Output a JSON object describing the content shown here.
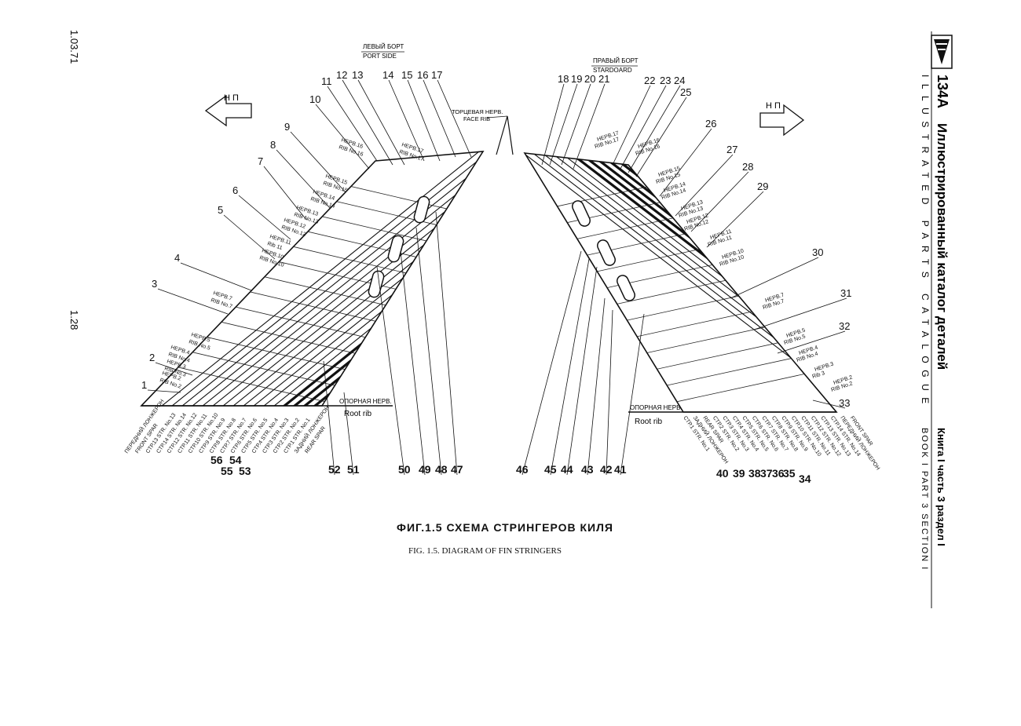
{
  "header": {
    "catalog_ru": "Иллюстрированный  каталог деталей",
    "catalog_en": "ILLUSTRATED PARTS CATALOGUE",
    "model": "134А",
    "book_ru": "Книга I  часть 3  раздел I",
    "book_en": "BOOK I PART 3 SECTION I",
    "doc_date": "1.03.71",
    "page_no": "1.28"
  },
  "caption": {
    "ru": "ФИГ.1.5  СХЕМА   СТРИНГЕРОВ   КИЛЯ",
    "en": "FIG. 1.5. DIAGRAM OF FIN STRINGERS"
  },
  "labels": {
    "port_ru": "ЛЕВЫЙ БОРТ",
    "port_en": "PORT SIDE",
    "star_ru": "ПРАВЫЙ БОРТ",
    "star_en": "STARDOARD",
    "face_ru": "ТОРЦЕВАЯ НЕРВ.",
    "face_en": "FACE RIB",
    "root_ru": "ОПОРНАЯ НЕРВ.",
    "root_en": "Root rib",
    "np": "Н П"
  },
  "left_ribs": [
    {
      "ru": "НЕРВ.2",
      "en": "RIB No.2"
    },
    {
      "ru": "НЕРВ.3",
      "en": "RIB No.3"
    },
    {
      "ru": "НЕРВ.4",
      "en": "RIB No.4"
    },
    {
      "ru": "НЕРВ.5",
      "en": "RIB No.5"
    },
    {
      "ru": "НЕРВ.7",
      "en": "RIB No.7"
    },
    {
      "ru": "НЕРВ.10",
      "en": "RIB No.10"
    },
    {
      "ru": "НЕРВ.11",
      "en": "Rib 11"
    },
    {
      "ru": "НЕРВ.12",
      "en": "RIB No.12"
    },
    {
      "ru": "НЕРВ.13",
      "en": "RIB No.13"
    },
    {
      "ru": "НЕРВ.14",
      "en": "RIB No.14"
    },
    {
      "ru": "НЕРВ.15",
      "en": "RIB No.15"
    },
    {
      "ru": "НЕРВ.16",
      "en": "RIB No.16"
    },
    {
      "ru": "НЕРВ.17",
      "en": "RIB No.17"
    }
  ],
  "right_ribs": [
    {
      "ru": "НЕРВ.2",
      "en": "RIB No.2"
    },
    {
      "ru": "НЕРВ.3",
      "en": "Rib 3"
    },
    {
      "ru": "НЕРВ.4",
      "en": "RIB No.4"
    },
    {
      "ru": "НЕРВ.5",
      "en": "RIB No.5"
    },
    {
      "ru": "НЕРВ.7",
      "en": "RIB No.7"
    },
    {
      "ru": "НЕРВ.10",
      "en": "RIB No.10"
    },
    {
      "ru": "НЕРВ.11",
      "en": "RIB No.11"
    },
    {
      "ru": "НЕРВ.12",
      "en": "RIB No.12"
    },
    {
      "ru": "НЕРВ.13",
      "en": "RIB No.13"
    },
    {
      "ru": "НЕРВ.14",
      "en": "RIB No.14"
    },
    {
      "ru": "НЕРВ.15",
      "en": "RIB No.15"
    },
    {
      "ru": "НЕРВ.16",
      "en": "RIB No.16"
    },
    {
      "ru": "НЕРВ.17",
      "en": "RIB No.17"
    }
  ],
  "left_bottom": [
    "ПЕРЕДНИЙ ЛОНЖЕРОН",
    "FRONT SPAR",
    "СТР.13 STR. No.13",
    "СТР.14 STR. No.14",
    "СТР.12 STR. No.12",
    "СТР.11 STR. No.11",
    "СТР.10 STR. No.10",
    "СТР.9 STR. No.9",
    "СТР.8 STR. No.8",
    "СТР.7 STR. No.7",
    "СТР.6 STR. No.6",
    "СТР.5 STR. No.5",
    "СТР.4 STR. No.4",
    "СТР.3 STR. No.3",
    "СТР.2 STR. No.2",
    "СТР.1 STR. No.1",
    "ЗАДНИЙ ЛОНЖЕРОН",
    "REAR SPAR"
  ],
  "right_bottom": [
    "СТР.1 STR. No.1",
    "ЗАДНИЙ ЛОНЖЕРОН",
    "REAR SPAR",
    "СТР.2 STR. No.2",
    "СТР.3 STR. No.3",
    "СТР.4 STR. No.4",
    "СТР.5 STR. No.5",
    "СТР.6 STR. No.6",
    "СТР.7 STR. No.7",
    "СТР.8 STR. No.8",
    "СТР.9 STR. No.9",
    "СТР.10 STR. No.10",
    "СТР.11 STR. No.11",
    "СТР.12 STR. No.12",
    "СТР.13 STR. No.13",
    "СТР.14 STR. No.14",
    "ПЕРЕДНИЙ ЛОНЖЕРОН",
    "FRONT SPAR"
  ],
  "left_callouts": [
    "1",
    "2",
    "3",
    "4",
    "5",
    "6",
    "7",
    "8",
    "9",
    "10",
    "11",
    "12",
    "13",
    "14",
    "15",
    "16",
    "17"
  ],
  "right_callouts": [
    "18",
    "19",
    "20",
    "21",
    "22",
    "23",
    "24",
    "25",
    "26",
    "27",
    "28",
    "29",
    "30",
    "31",
    "32",
    "33"
  ],
  "bottom_left_callouts": [
    "56",
    "54",
    "55",
    "53",
    "52",
    "51",
    "50",
    "49",
    "48",
    "47"
  ],
  "bottom_right_callouts": [
    "46",
    "45",
    "44",
    "43",
    "42",
    "41",
    "40",
    "39",
    "38",
    "37",
    "36",
    "35",
    "34"
  ]
}
